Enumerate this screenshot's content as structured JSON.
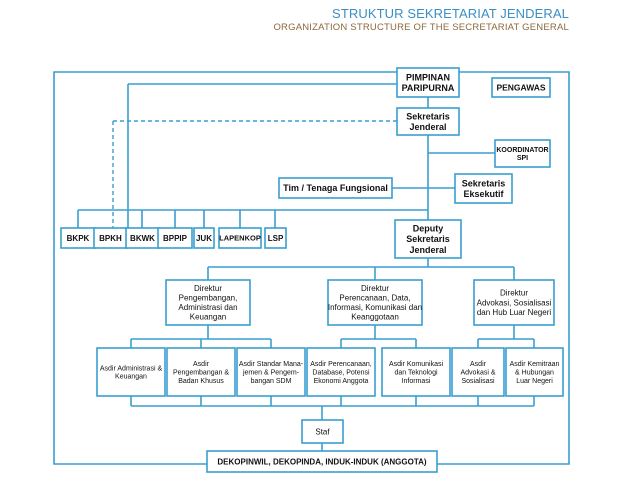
{
  "header": {
    "title": "STRUKTUR SEKRETARIAT JENDERAL",
    "subtitle": "ORGANIZATION STRUCTURE OF THE SECRETARIAT GENERAL"
  },
  "nodes": {
    "pimpinan": [
      "PIMPINAN",
      "PARIPURNA"
    ],
    "pengawas": [
      "PENGAWAS"
    ],
    "sekjen": [
      "Sekretaris",
      "Jenderal"
    ],
    "koordinator": [
      "KOORDINATOR",
      "SPI"
    ],
    "tim": [
      "Tim / Tenaga Fungsional"
    ],
    "eksekutif": [
      "Sekretaris",
      "Eksekutif"
    ],
    "deputy": [
      "Deputy",
      "Sekretaris",
      "Jenderal"
    ],
    "bkpk": [
      "BKPK"
    ],
    "bpkh": [
      "BPKH"
    ],
    "bkwk": [
      "BKWK"
    ],
    "bppip": [
      "BPPIP"
    ],
    "juk": [
      "JUK"
    ],
    "lapenkop": [
      "LAPENKOP"
    ],
    "lsp": [
      "LSP"
    ],
    "dir1": [
      "Direktur",
      "Pengembangan,",
      "Administrasi dan",
      "Keuangan"
    ],
    "dir2": [
      "Direktur",
      "Perencanaan, Data,",
      "Informasi, Komunikasi dan",
      "Keanggotaan"
    ],
    "dir3": [
      "Direktur",
      "Advokasi, Sosialisasi",
      "dan Hub Luar Negeri"
    ],
    "a1": [
      "Asdir Administrasi &",
      "Keuangan"
    ],
    "a2": [
      "Asdir",
      "Pengembangan &",
      "Badan Khusus"
    ],
    "a3": [
      "Asdir Standar Mana-",
      "jemen & Pengem-",
      "bangan SDM"
    ],
    "a4": [
      "Asdir Perencanaan,",
      "Database, Potensi",
      "Ekonomi Anggota"
    ],
    "a5": [
      "Asdir Komunikasi",
      "dan Teknologi",
      "Informasi"
    ],
    "a6": [
      "Asdir",
      "Advokasi &",
      "Sosialisasi"
    ],
    "a7": [
      "Asdir Kemitraan",
      "& Hubungan",
      "Luar Negeri"
    ],
    "staf": [
      "Staf"
    ],
    "dekopin": [
      "DEKOPINWIL, DEKOPINDA, INDUK-INDUK (ANGGOTA)"
    ]
  }
}
